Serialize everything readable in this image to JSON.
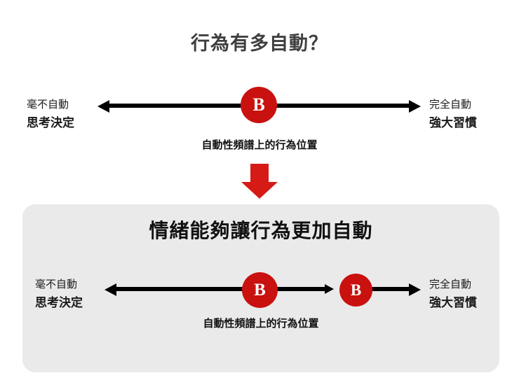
{
  "title": "行為有多自動？",
  "colors": {
    "node_red": "#c9110f",
    "arrow_red": "#d61b16",
    "panel_gray": "#eaeaea",
    "title_gray": "#3f3f3f",
    "axis_black": "#000000"
  },
  "top_spectrum": {
    "left_label_top": "毫不自動",
    "left_label_bottom": "思考決定",
    "right_label_top": "完全自動",
    "right_label_bottom": "強大習慣",
    "caption": "自動性頻譜上的行為位置",
    "nodes": [
      {
        "label": "B"
      }
    ]
  },
  "transition_arrow": {
    "icon": "down-arrow-icon"
  },
  "panel": {
    "heading": "情緒能夠讓行為更加自動",
    "spectrum": {
      "left_label_top": "毫不自動",
      "left_label_bottom": "思考決定",
      "right_label_top": "完全自動",
      "right_label_bottom": "強大習慣",
      "caption": "自動性頻譜上的行為位置",
      "nodes": [
        {
          "label": "B"
        },
        {
          "label": "B"
        }
      ]
    }
  }
}
